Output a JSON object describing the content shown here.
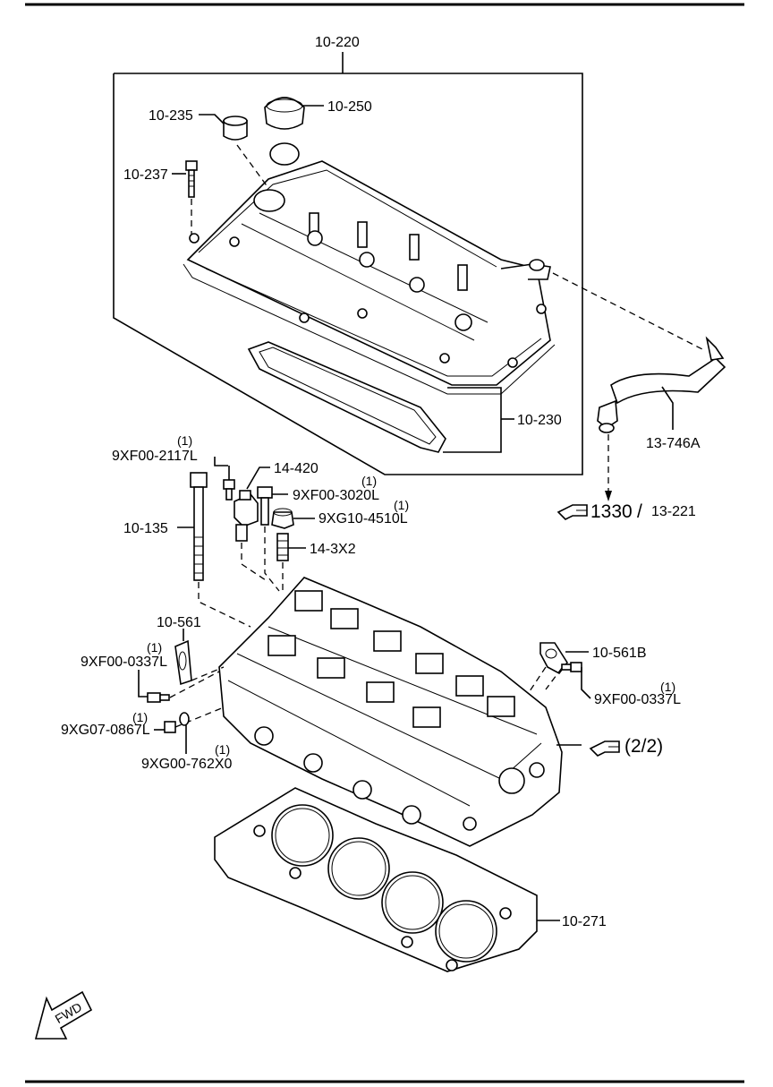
{
  "labels": {
    "cover_assembly": "10-220",
    "oil_cap": "10-250",
    "cap_seal": "10-235",
    "cover_bolt": "10-237",
    "cover_gasket": "10-230",
    "vent_hose": "13-746A",
    "bolt_2117": "9XF00-2117L",
    "sensor": "14-420",
    "bolt_3020": "9XF00-3020L",
    "nut_4510": "9XG10-4510L",
    "plug": "14-3X2",
    "head_bolt": "10-135",
    "hanger_left": "10-561",
    "bolt_0337_left": "9XF00-0337L",
    "hanger_right": "10-561B",
    "bolt_0337_right": "9XF00-0337L",
    "plug_0867": "9XG07-0867L",
    "washer_762": "9XG00-762X0",
    "head_gasket": "10-271",
    "ref_page": "1330",
    "ref_divider": "/",
    "ref_section": "13-221",
    "ref_part2": "(2/2)",
    "fwd": "FWD"
  },
  "quantities": {
    "bolt_2117": "(1)",
    "bolt_3020": "(1)",
    "nut_4510": "(1)",
    "bolt_0337_left": "(1)",
    "bolt_0337_right": "(1)",
    "plug_0867": "(1)",
    "washer_762": "(1)"
  },
  "icons": {
    "pointing_hand": "pointing-hand-icon",
    "forward_arrow": "fwd-arrow-icon"
  }
}
